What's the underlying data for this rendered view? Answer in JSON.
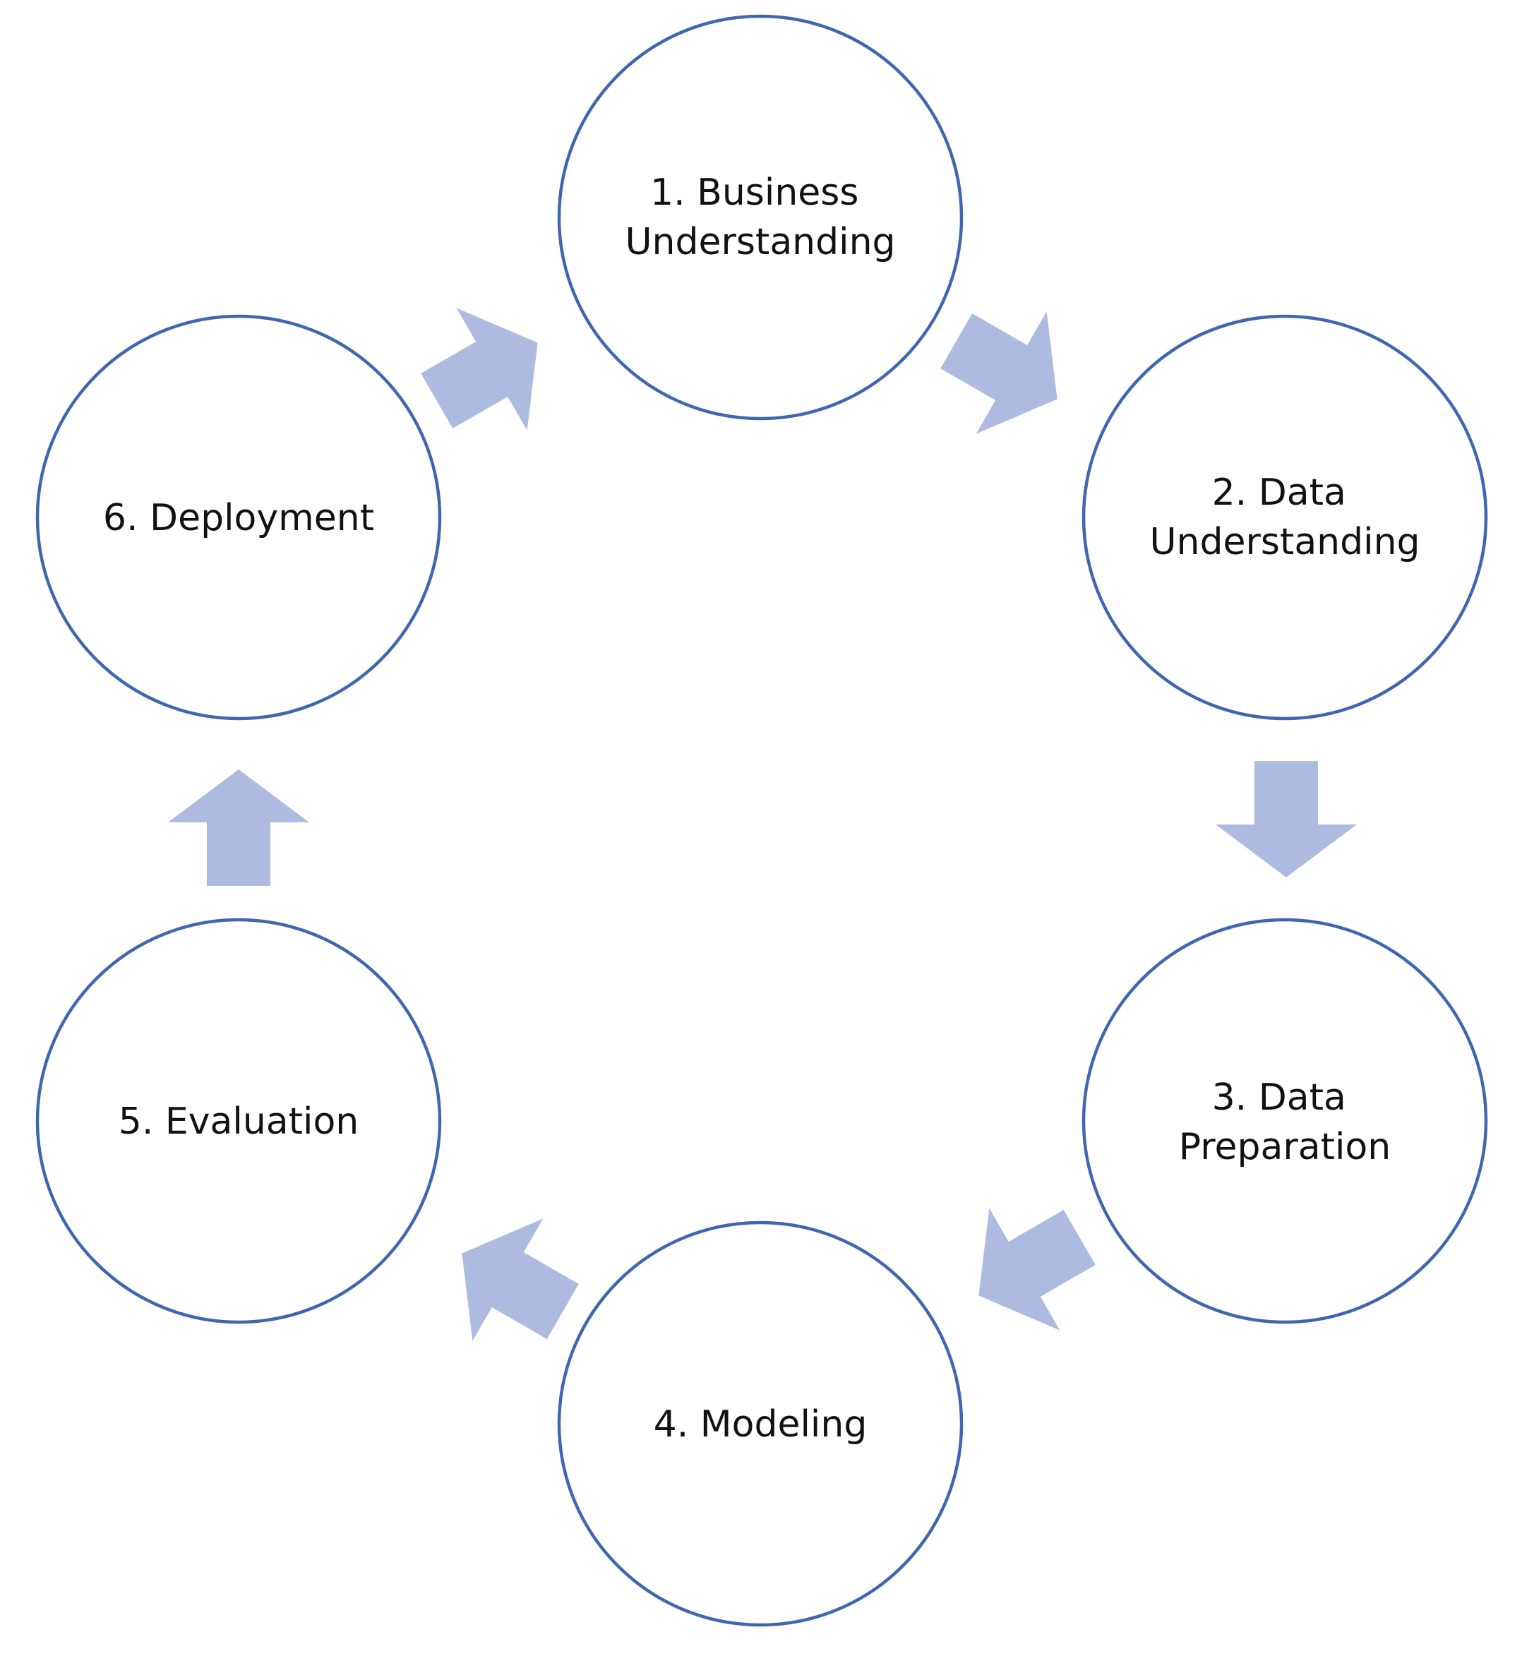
{
  "diagram": {
    "colors": {
      "circle_stroke": "#4066b0",
      "circle_fill": "#ffffff",
      "arrow_fill": "#aebbe0",
      "text": "#111111"
    },
    "stages": [
      {
        "label_line1": "1. Business",
        "label_line2": "Understanding"
      },
      {
        "label_line1": "2. Data",
        "label_line2": "Understanding"
      },
      {
        "label_line1": "3. Data",
        "label_line2": "Preparation"
      },
      {
        "label_line1": "4. Modeling"
      },
      {
        "label_line1": "5. Evaluation"
      },
      {
        "label_line1": "6. Deployment"
      }
    ],
    "arrows": [
      {
        "from": "1. Business Understanding",
        "to": "2. Data Understanding"
      },
      {
        "from": "2. Data Understanding",
        "to": "3. Data Preparation"
      },
      {
        "from": "3. Data Preparation",
        "to": "4. Modeling"
      },
      {
        "from": "4. Modeling",
        "to": "5. Evaluation"
      },
      {
        "from": "5. Evaluation",
        "to": "6. Deployment"
      },
      {
        "from": "6. Deployment",
        "to": "1. Business Understanding"
      }
    ]
  }
}
